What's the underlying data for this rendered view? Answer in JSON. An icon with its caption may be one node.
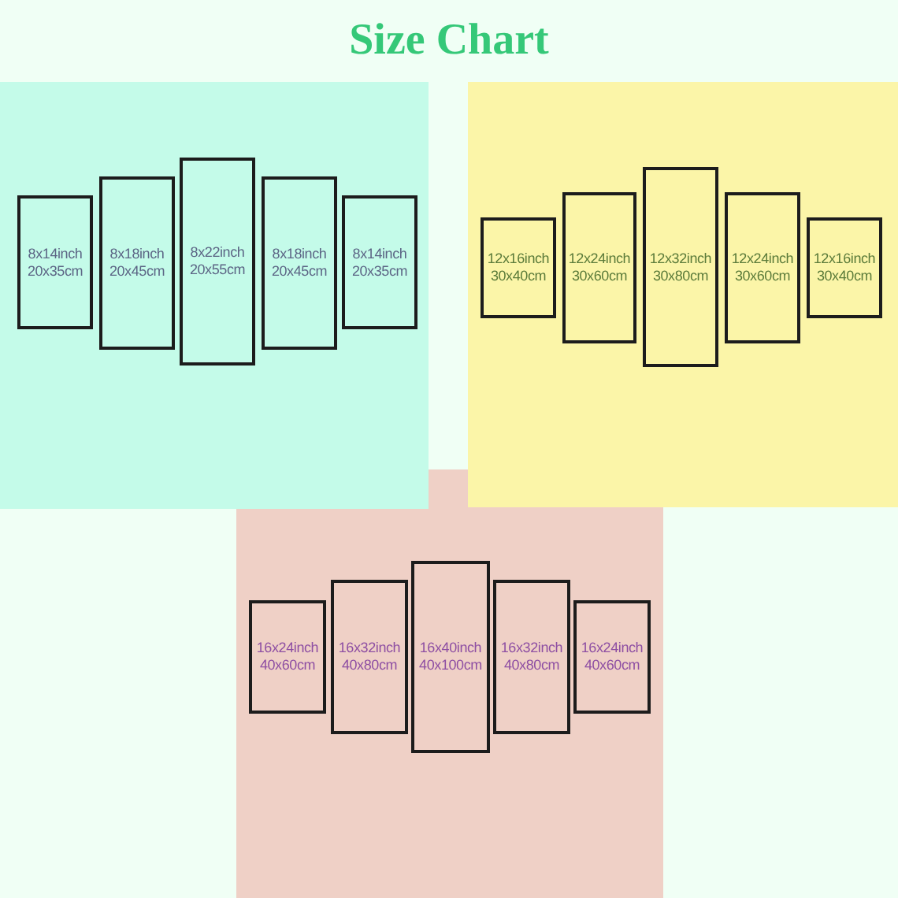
{
  "diagram": {
    "title": "Size Chart",
    "nodes": [
      {
        "text": [],
        "shape": "box"
      },
      {
        "text": [
          "8x14inch",
          "20x35cm"
        ],
        "in": 0
      },
      {
        "text": [
          "8x18inch",
          "20x45cm"
        ],
        "in": 0
      },
      {
        "text": [
          "8x22inch",
          "20x55cm"
        ],
        "in": 0
      },
      {
        "text": [
          "8x18inch",
          "20x45cm"
        ],
        "in": 0
      },
      {
        "text": [
          "8x14inch",
          "20x35cm"
        ],
        "in": 0
      },
      {
        "text": [],
        "shape": "box"
      },
      {
        "text": [
          "12x16inch",
          "30x40cm"
        ],
        "in": 6
      },
      {
        "text": [
          "12x24inch",
          "30x60cm"
        ],
        "in": 6
      },
      {
        "text": [
          "12x32inch",
          "30x80cm"
        ],
        "in": 6
      },
      {
        "text": [
          "12x24inch",
          "30x60cm"
        ],
        "in": 6
      },
      {
        "text": [
          "12x16inch",
          "30x40cm"
        ],
        "in": 6
      },
      {
        "text": [],
        "shape": "box"
      },
      {
        "text": [
          "16x24inch",
          "40x60cm"
        ],
        "in": 12
      },
      {
        "text": [
          "16x32inch",
          "40x80cm"
        ],
        "in": 12
      },
      {
        "text": [
          "16x40inch",
          "40x100cm"
        ],
        "in": 12
      },
      {
        "text": [
          "16x32inch",
          "40x80cm"
        ],
        "in": 12
      },
      {
        "text": [
          "16x24inch",
          "40x60cm"
        ],
        "in": 12
      }
    ]
  }
}
